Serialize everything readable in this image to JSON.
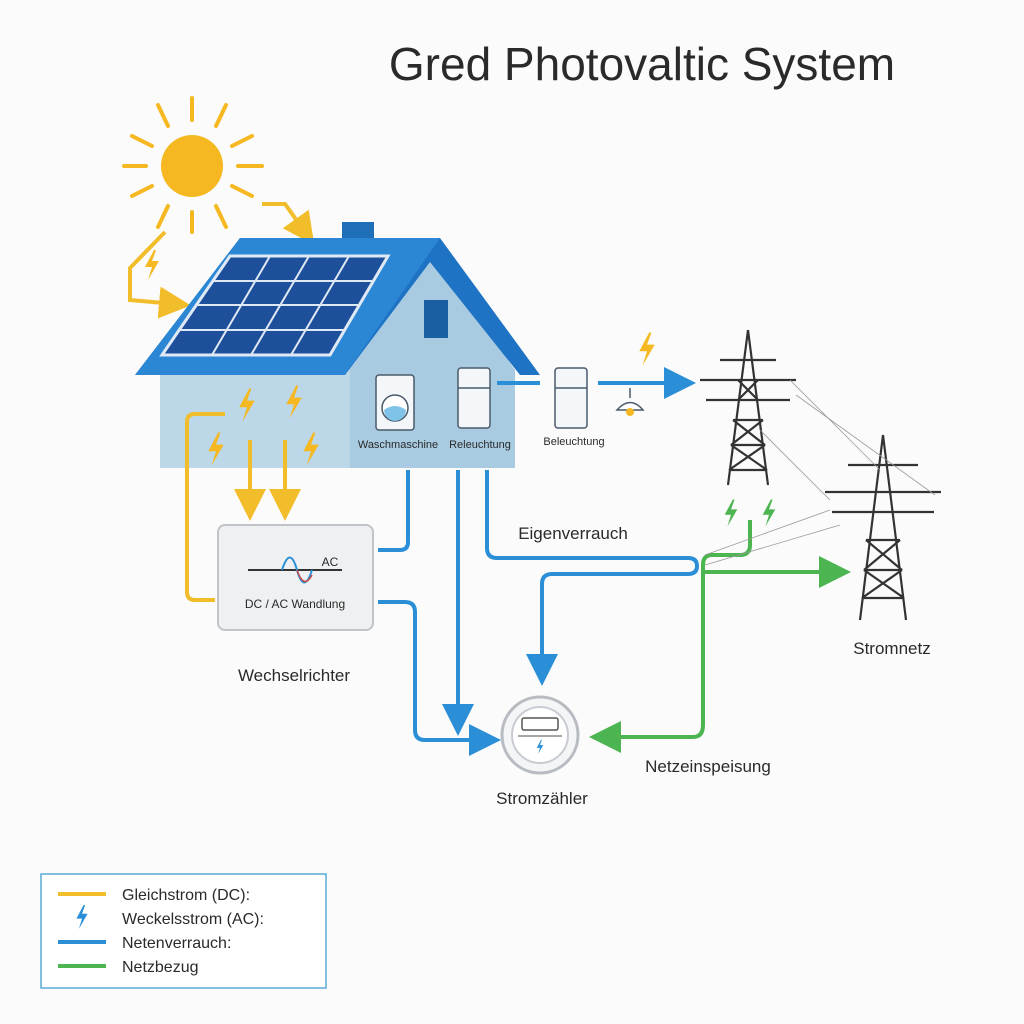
{
  "title": "Gred Photovaltic System",
  "labels": {
    "washer": "Waschmaschine",
    "fridge_in": "Releuchtung",
    "fridge_out": "Beleuchtung",
    "inverter_ac": "AC",
    "inverter_conv": "DC / AC Wandlung",
    "inverter": "Wechselrichter",
    "self_use": "Eigenverrauch",
    "grid": "Stromnetz",
    "feed_in": "Netzeinspeisung",
    "meter": "Stromzähler"
  },
  "legend": [
    {
      "label": "Gleichstrom (DC):",
      "color": "#f2bd2a",
      "icon": "line"
    },
    {
      "label": "Weckelsstrom (AC):",
      "color": "#2a8fd6",
      "icon": "lightning-icon"
    },
    {
      "label": "Netenverrauch:",
      "color": "#2a8fd6",
      "icon": "line"
    },
    {
      "label": "Netzbezug",
      "color": "#4cb552",
      "icon": "line"
    }
  ]
}
